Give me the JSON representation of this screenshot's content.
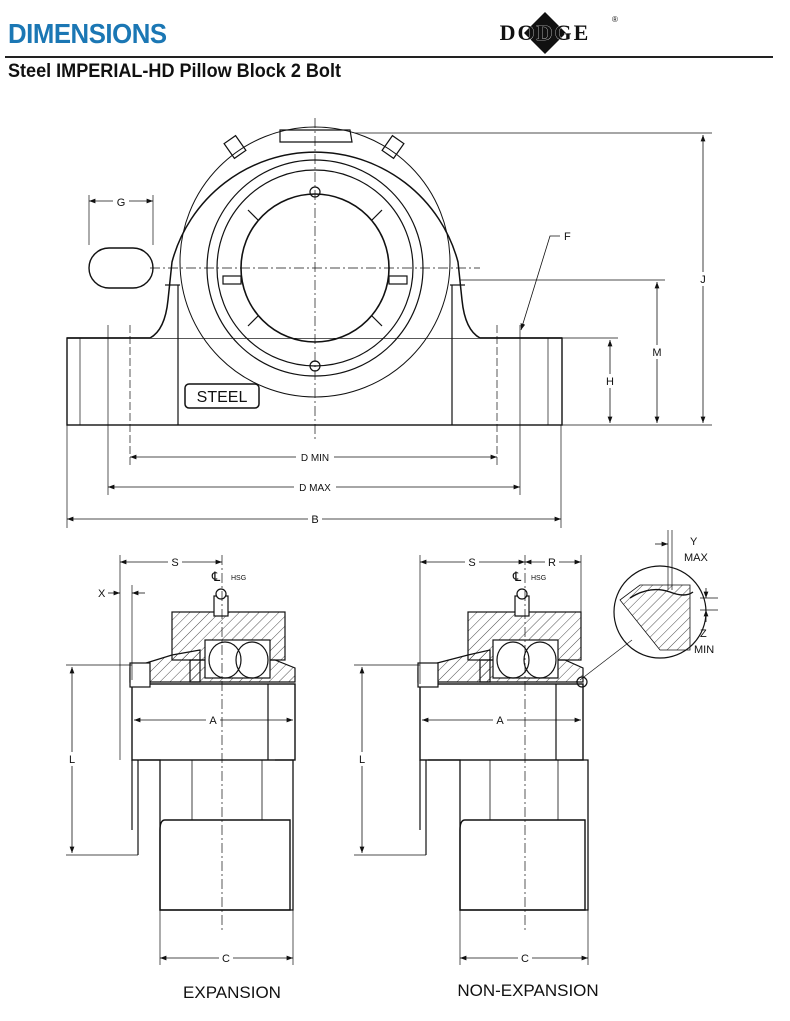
{
  "header": {
    "title": "DIMENSIONS",
    "subtitle": "Steel IMPERIAL-HD Pillow Block 2 Bolt",
    "logo_text": "DODGE",
    "logo_mark": "®"
  },
  "colors": {
    "title": "#1b77b4",
    "line": "#111111"
  },
  "front_view": {
    "casting_label": "STEEL",
    "dims": {
      "g": "G",
      "f": "F",
      "j": "J",
      "m": "M",
      "h": "H",
      "d_min": "D MIN",
      "d_max": "D MAX",
      "b": "B"
    }
  },
  "expansion_view": {
    "caption": "EXPANSION",
    "dims": {
      "s": "S",
      "x": "X",
      "cl": "℄",
      "hsg": "HSG",
      "a": "A",
      "l": "L",
      "c": "C"
    }
  },
  "non_expansion_view": {
    "caption": "NON-EXPANSION",
    "dims": {
      "s": "S",
      "r": "R",
      "cl": "℄",
      "hsg": "HSG",
      "a": "A",
      "l": "L",
      "c": "C",
      "y": "Y",
      "y_max": "MAX",
      "z": "Z",
      "z_min": "MIN"
    }
  }
}
